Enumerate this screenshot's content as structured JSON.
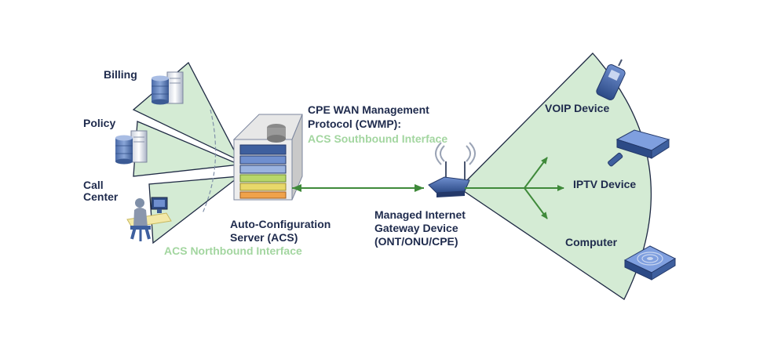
{
  "labels": {
    "billing": "Billing",
    "policy": "Policy",
    "call_center_1": "Call",
    "call_center_2": "Center",
    "acs_1": "Auto-Configuration",
    "acs_2": "Server (ACS)",
    "northbound": "ACS Northbound Interface",
    "cwmp_1": "CPE WAN Management",
    "cwmp_2": "Protocol (CWMP):",
    "southbound": "ACS Southbound Interface",
    "gateway_1": "Managed Internet",
    "gateway_2": "Gateway Device",
    "gateway_3": "(ONT/ONU/CPE)",
    "voip": "VOIP Device",
    "iptv": "IPTV Device",
    "computer": "Computer"
  },
  "colors": {
    "beam_fill": "#d4ebd4",
    "beam_stroke": "#1f2a44",
    "link_green": "#3f8a3a",
    "text_dark": "#1f2b4d",
    "text_green": "#a3d6a0",
    "device_blue": "#3e5f9e"
  },
  "icons": {
    "billing": "server-icon",
    "policy": "server-icon",
    "call_center": "operator-workstation-icon",
    "acs": "server-rack-icon",
    "gateway": "wireless-router-icon",
    "voip": "mobile-phone-icon",
    "iptv": "set-top-box-icon",
    "computer": "wireless-access-point-icon"
  }
}
